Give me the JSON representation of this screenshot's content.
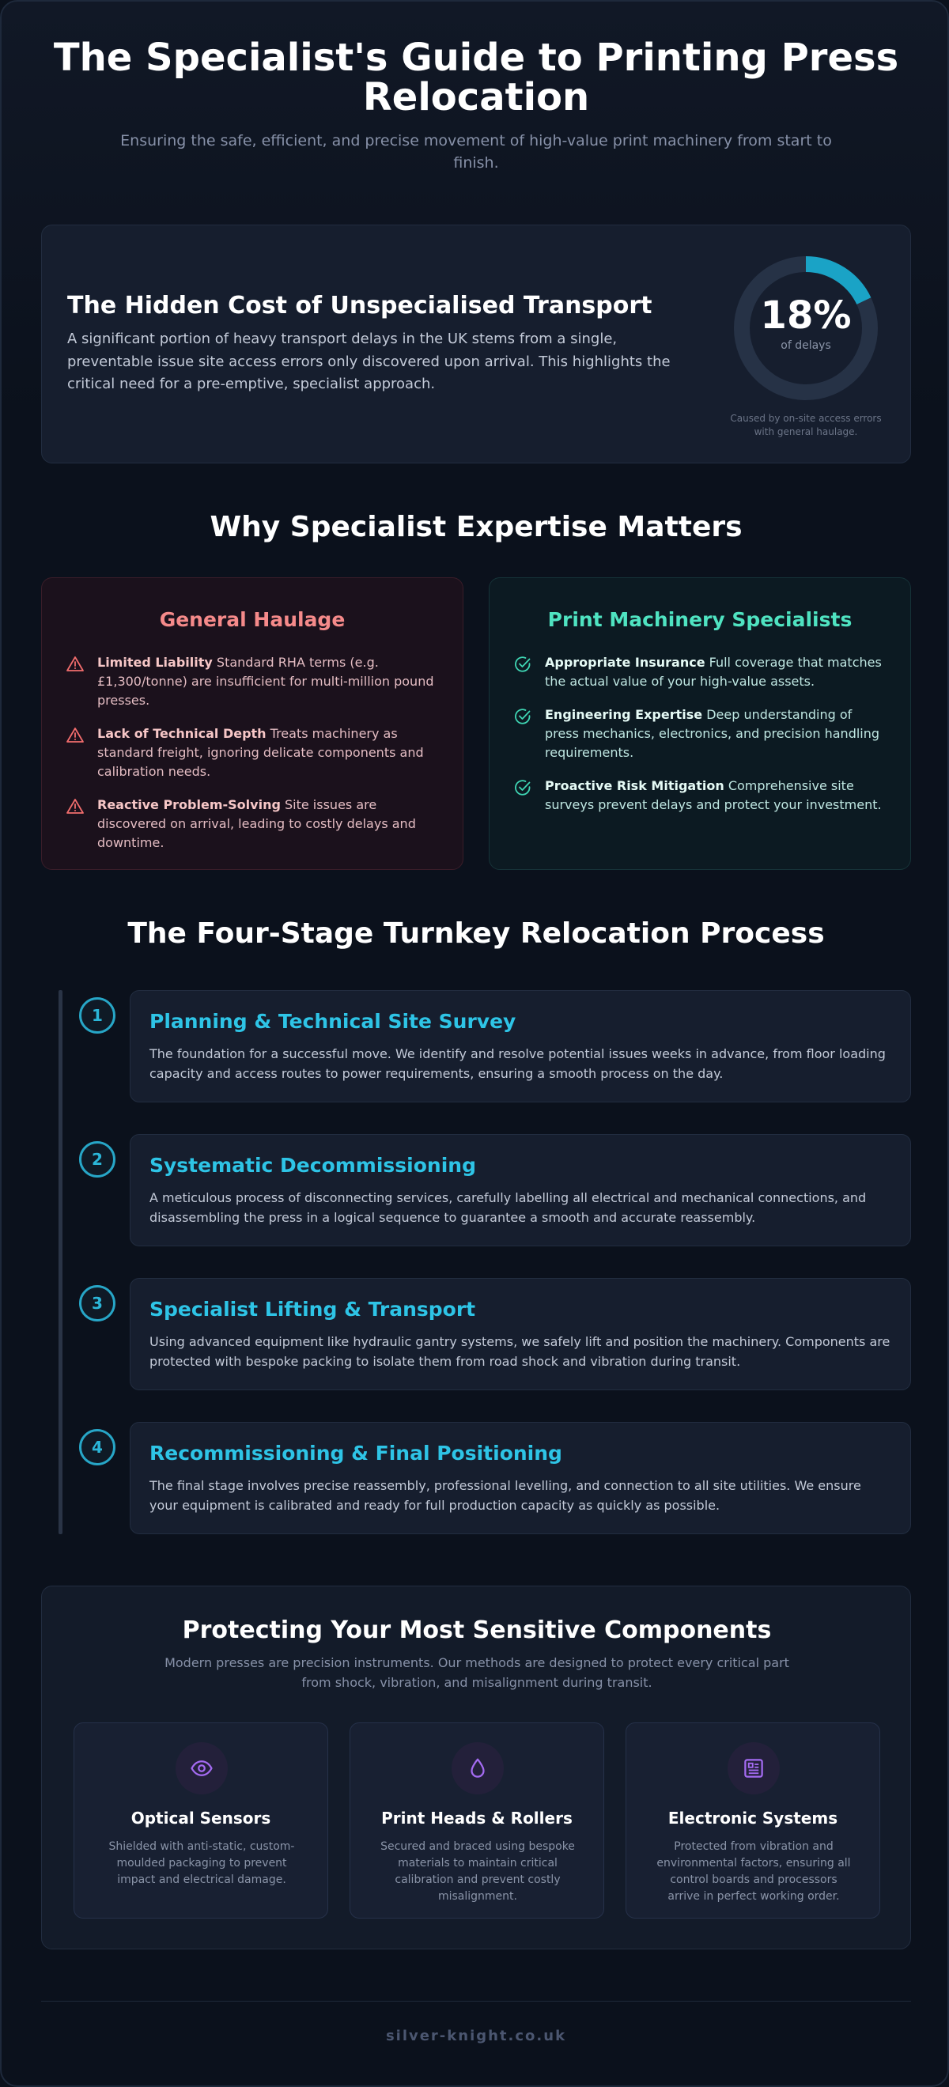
{
  "header": {
    "title": "The Specialist's Guide to Printing Press Relocation",
    "subtitle": "Ensuring the safe, efficient, and precise movement of high-value print machinery from start to finish."
  },
  "cost": {
    "title": "The Hidden Cost of Unspecialised Transport",
    "text": "A significant portion of heavy transport delays in the UK stems from a single, preventable issue site access errors only discovered upon arrival. This highlights the critical need for a pre-emptive, specialist approach.",
    "stat_value": "18%",
    "stat_fraction": 0.18,
    "stat_label": "of delays",
    "stat_caption": "Caused by on-site access errors with general haulage."
  },
  "why": {
    "title": "Why Specialist Expertise Matters",
    "general": {
      "heading": "General Haulage",
      "items": [
        {
          "strong": "Limited Liability",
          "text": "Standard RHA terms (e.g. £1,300/tonne) are insufficient for multi-million pound presses."
        },
        {
          "strong": "Lack of Technical Depth",
          "text": "Treats machinery as standard freight, ignoring delicate components and calibration needs."
        },
        {
          "strong": "Reactive Problem-Solving",
          "text": "Site issues are discovered on arrival, leading to costly delays and downtime."
        }
      ]
    },
    "specialist": {
      "heading": "Print Machinery Specialists",
      "items": [
        {
          "strong": "Appropriate Insurance",
          "text": "Full coverage that matches the actual value of your high-value assets."
        },
        {
          "strong": "Engineering Expertise",
          "text": "Deep understanding of press mechanics, electronics, and precision handling requirements."
        },
        {
          "strong": "Proactive Risk Mitigation",
          "text": "Comprehensive site surveys prevent delays and protect your investment."
        }
      ]
    }
  },
  "process": {
    "title": "The Four-Stage Turnkey Relocation Process",
    "steps": [
      {
        "num": "1",
        "title": "Planning & Technical Site Survey",
        "text": "The foundation for a successful move. We identify and resolve potential issues weeks in advance, from floor loading capacity and access routes to power requirements, ensuring a smooth process on the day."
      },
      {
        "num": "2",
        "title": "Systematic Decommissioning",
        "text": "A meticulous process of disconnecting services, carefully labelling all electrical and mechanical connections, and disassembling the press in a logical sequence to guarantee a smooth and accurate reassembly."
      },
      {
        "num": "3",
        "title": "Specialist Lifting & Transport",
        "text": "Using advanced equipment like hydraulic gantry systems, we safely lift and position the machinery. Components are protected with bespoke packing to isolate them from road shock and vibration during transit."
      },
      {
        "num": "4",
        "title": "Recommissioning & Final Positioning",
        "text": "The final stage involves precise reassembly, professional levelling, and connection to all site utilities. We ensure your equipment is calibrated and ready for full production capacity as quickly as possible."
      }
    ]
  },
  "protect": {
    "title": "Protecting Your Most Sensitive Components",
    "subtitle": "Modern presses are precision instruments. Our methods are designed to protect every critical part from shock, vibration, and misalignment during transit.",
    "components": [
      {
        "icon": "eye-icon",
        "title": "Optical Sensors",
        "text": "Shielded with anti-static, custom-moulded packaging to prevent impact and electrical damage."
      },
      {
        "icon": "droplet-icon",
        "title": "Print Heads & Rollers",
        "text": "Secured and braced using bespoke materials to maintain critical calibration and prevent costly misalignment."
      },
      {
        "icon": "circuit-board-icon",
        "title": "Electronic Systems",
        "text": "Protected from vibration and environmental factors, ensuring all control boards and processors arrive in perfect working order."
      }
    ]
  },
  "footer": {
    "text": "silver-knight.co.uk"
  },
  "colors": {
    "accent": "#2ec4e6",
    "donut": "#1aa3c6",
    "danger": "#f58a8a",
    "success": "#4fe3c1",
    "icon_purple": "#a46bf2"
  }
}
